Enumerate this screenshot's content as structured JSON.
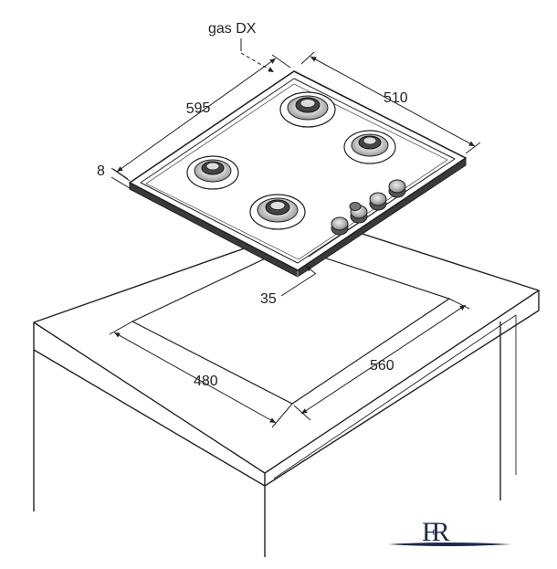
{
  "diagram": {
    "labels": {
      "gas_connection": "gas DX",
      "hob_width": "595",
      "hob_depth": "510",
      "hob_thickness": "8",
      "front_margin": "35",
      "cutout_width": "560",
      "cutout_depth": "480"
    },
    "burner_count": 4,
    "knob_count": 5
  },
  "logo": {
    "text": "FR"
  },
  "colors": {
    "line": "#222222",
    "logo": "#1d2a4a"
  }
}
